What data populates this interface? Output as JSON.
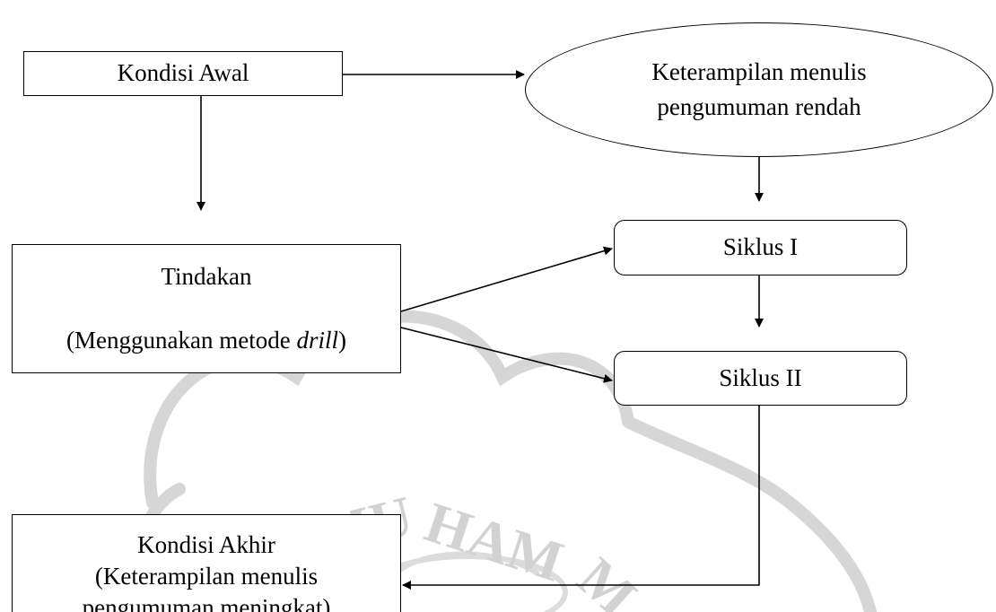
{
  "diagram": {
    "kondisi_awal": "Kondisi Awal",
    "keterampilan_rendah": [
      "Keterampilan menulis",
      "pengumuman rendah"
    ],
    "tindakan": {
      "title": "Tindakan",
      "detail_prefix": "(Menggunakan metode ",
      "detail_emphasis": "drill",
      "detail_suffix": ")"
    },
    "siklus_1": "Siklus I",
    "siklus_2": "Siklus II",
    "kondisi_akhir": {
      "title": "Kondisi Akhir",
      "detail": [
        "(Keterampilan menulis",
        "pengumuman meningkat)"
      ]
    }
  },
  "colors": {
    "stroke": "#000000",
    "background": "#ffffff",
    "watermark": "#d2d2d2"
  }
}
